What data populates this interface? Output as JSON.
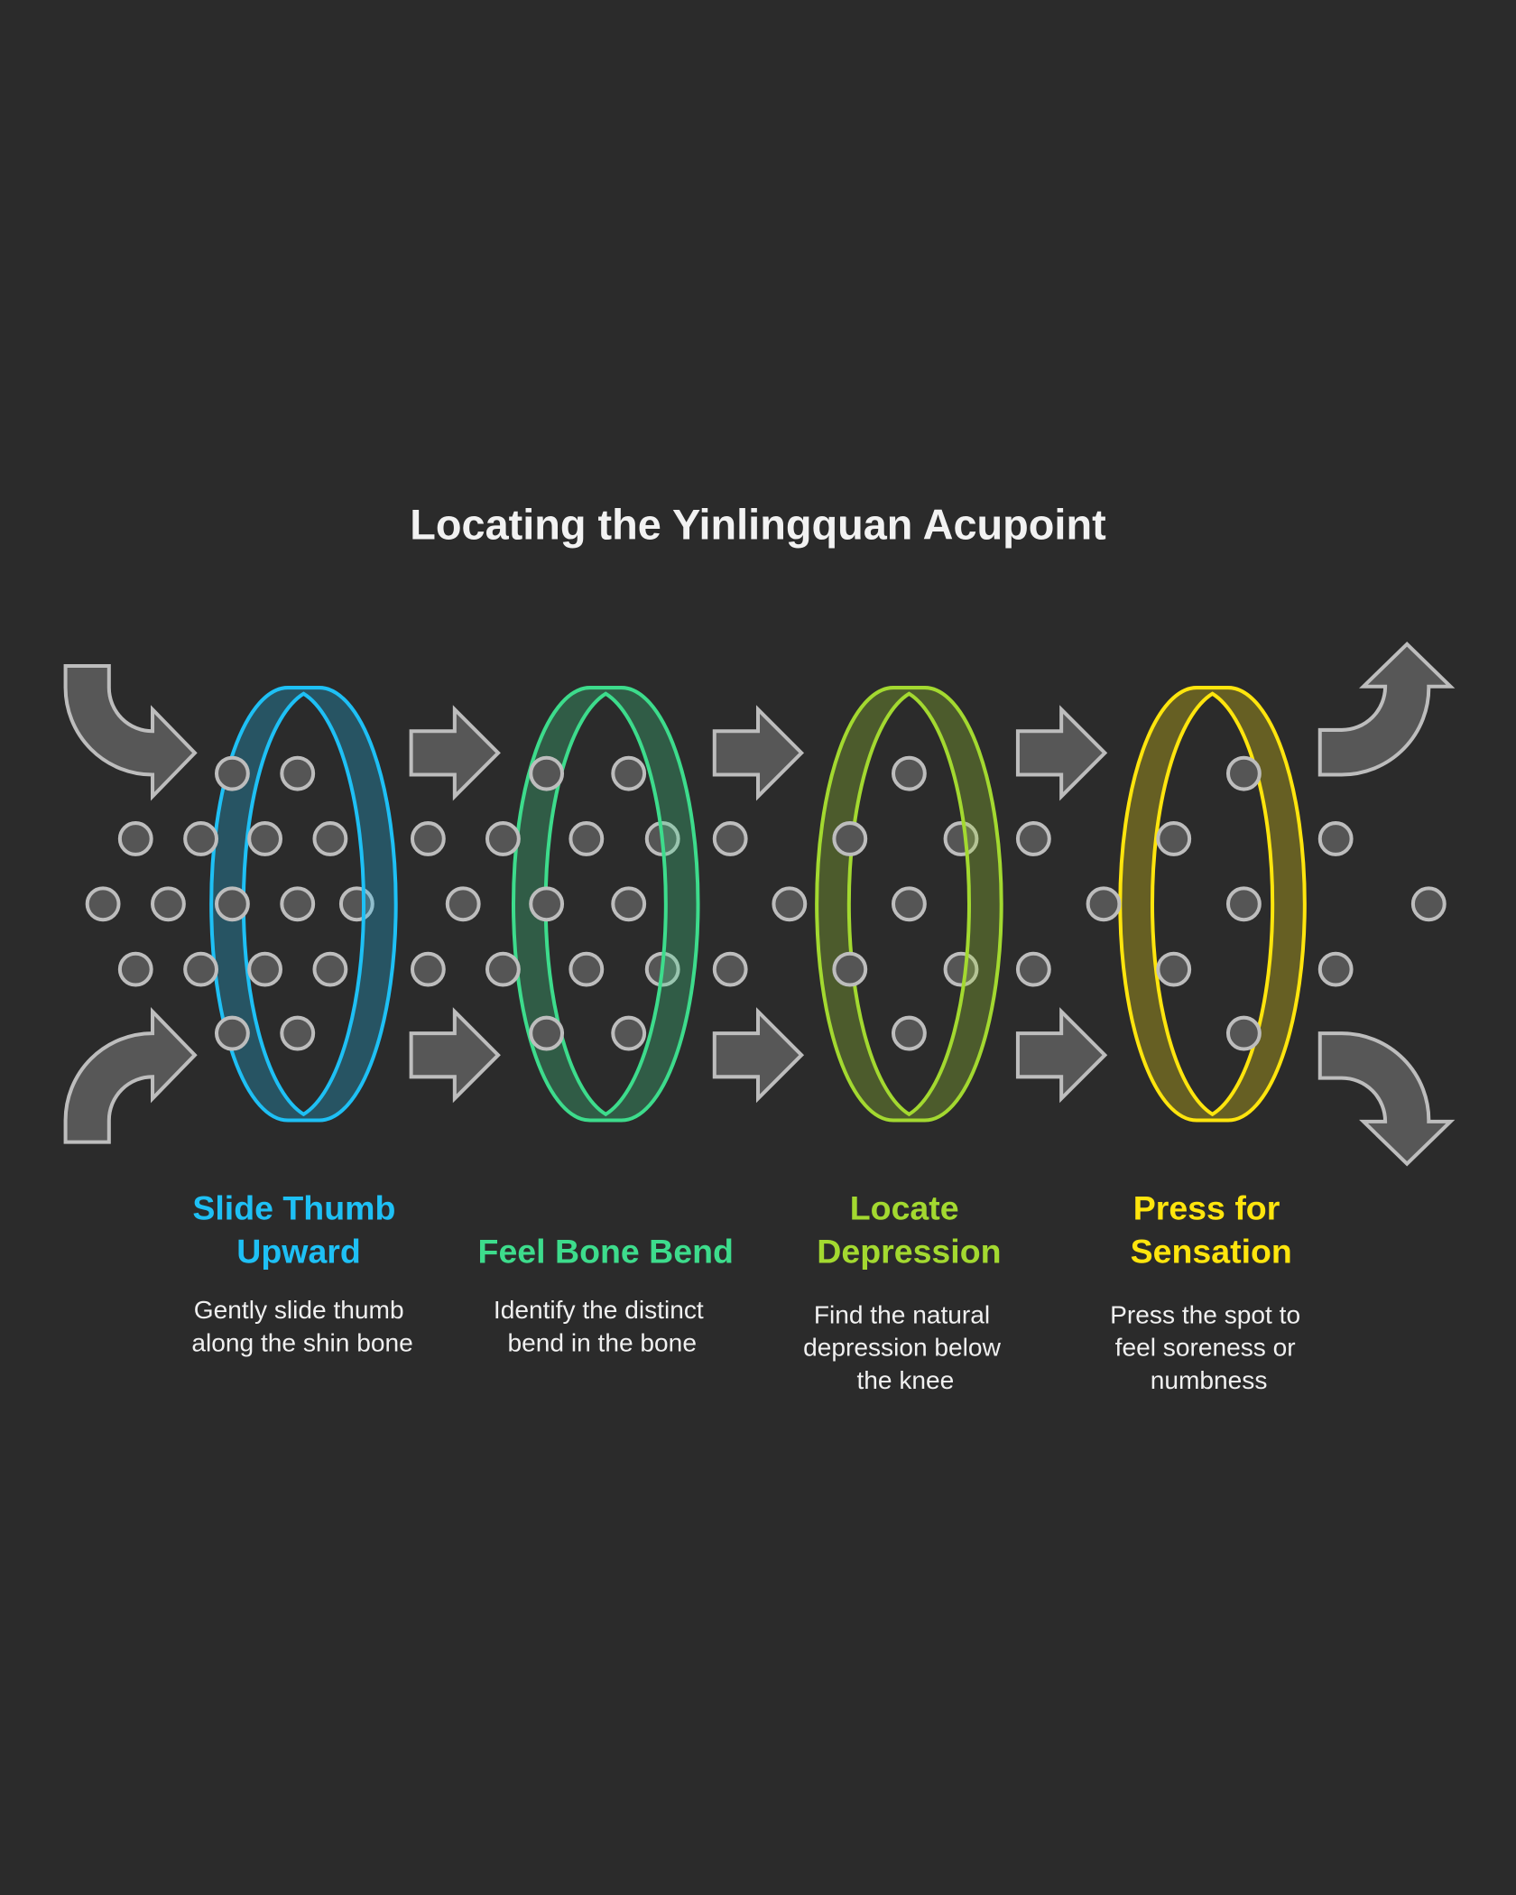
{
  "title": "Locating the Yinlingquan Acupoint",
  "colors": {
    "background": "#2b2b2b",
    "blue": "#1ec0f5",
    "green": "#3ddc8c",
    "lime": "#a3d930",
    "yellow": "#ffe50d",
    "dot_fill": "#555555",
    "dot_stroke": "#bdbdbd"
  },
  "steps": [
    {
      "heading": [
        "Slide Thumb",
        "Upward"
      ],
      "description": [
        "Gently slide thumb",
        "along the shin bone"
      ],
      "color": "#1ec0f5"
    },
    {
      "heading": [
        "Feel Bone Bend"
      ],
      "description": [
        "Identify the distinct",
        "bend in the bone"
      ],
      "color": "#3ddc8c"
    },
    {
      "heading": [
        "Locate",
        "Depression"
      ],
      "description": [
        "Find the natural",
        "depression below",
        "the knee"
      ],
      "color": "#a3d930"
    },
    {
      "heading": [
        "Press for",
        "Sensation"
      ],
      "description": [
        "Press the spot to",
        "feel soreness or",
        "numbness"
      ],
      "color": "#ffe50d"
    }
  ]
}
